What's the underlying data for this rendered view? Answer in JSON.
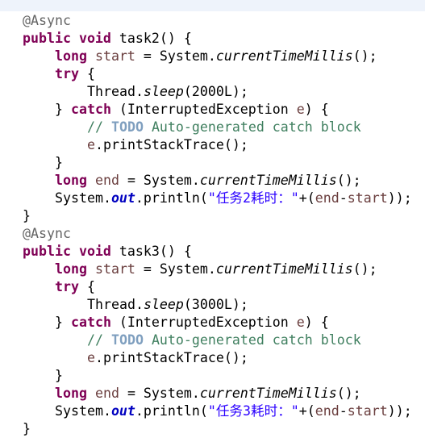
{
  "editor": {
    "lines": [
      {
        "indent": 1,
        "tokens": [
          {
            "t": "@Async",
            "k": "ann"
          }
        ]
      },
      {
        "indent": 1,
        "tokens": [
          {
            "t": "public",
            "k": "kw"
          },
          {
            "t": " "
          },
          {
            "t": "void",
            "k": "kw"
          },
          {
            "t": " task2() {"
          }
        ]
      },
      {
        "indent": 2,
        "tokens": [
          {
            "t": "long",
            "k": "kw"
          },
          {
            "t": " "
          },
          {
            "t": "start",
            "k": "var"
          },
          {
            "t": " = System."
          },
          {
            "t": "currentTimeMillis",
            "k": "ital"
          },
          {
            "t": "();"
          }
        ]
      },
      {
        "indent": 2,
        "tokens": [
          {
            "t": "try",
            "k": "kw"
          },
          {
            "t": " {"
          }
        ]
      },
      {
        "indent": 3,
        "tokens": [
          {
            "t": "Thread."
          },
          {
            "t": "sleep",
            "k": "ital"
          },
          {
            "t": "(2000L);"
          }
        ]
      },
      {
        "indent": 2,
        "tokens": [
          {
            "t": "} "
          },
          {
            "t": "catch",
            "k": "kw"
          },
          {
            "t": " (InterruptedException "
          },
          {
            "t": "e",
            "k": "var"
          },
          {
            "t": ") {"
          }
        ]
      },
      {
        "indent": 3,
        "tokens": [
          {
            "t": "// ",
            "k": "cmt"
          },
          {
            "t": "TODO",
            "k": "todo"
          },
          {
            "t": " Auto-generated catch block",
            "k": "cmt"
          }
        ]
      },
      {
        "indent": 3,
        "tokens": [
          {
            "t": "e",
            "k": "var"
          },
          {
            "t": ".printStackTrace();"
          }
        ]
      },
      {
        "indent": 2,
        "tokens": [
          {
            "t": "}"
          }
        ]
      },
      {
        "indent": 2,
        "tokens": [
          {
            "t": "long",
            "k": "kw"
          },
          {
            "t": " "
          },
          {
            "t": "end",
            "k": "var"
          },
          {
            "t": " = System."
          },
          {
            "t": "currentTimeMillis",
            "k": "ital"
          },
          {
            "t": "();"
          }
        ]
      },
      {
        "indent": 2,
        "tokens": [
          {
            "t": "System."
          },
          {
            "t": "out",
            "k": "field"
          },
          {
            "t": ".println("
          },
          {
            "t": "\"任务2耗时：\"",
            "k": "str"
          },
          {
            "t": "+("
          },
          {
            "t": "end",
            "k": "var"
          },
          {
            "t": "-"
          },
          {
            "t": "start",
            "k": "var"
          },
          {
            "t": "));"
          }
        ]
      },
      {
        "indent": 1,
        "tokens": [
          {
            "t": "}"
          }
        ]
      },
      {
        "indent": 1,
        "tokens": [
          {
            "t": "@Async",
            "k": "ann"
          }
        ]
      },
      {
        "indent": 1,
        "tokens": [
          {
            "t": "public",
            "k": "kw"
          },
          {
            "t": " "
          },
          {
            "t": "void",
            "k": "kw"
          },
          {
            "t": " task3() {"
          }
        ]
      },
      {
        "indent": 2,
        "tokens": [
          {
            "t": "long",
            "k": "kw"
          },
          {
            "t": " "
          },
          {
            "t": "start",
            "k": "var"
          },
          {
            "t": " = System."
          },
          {
            "t": "currentTimeMillis",
            "k": "ital"
          },
          {
            "t": "();"
          }
        ]
      },
      {
        "indent": 2,
        "tokens": [
          {
            "t": "try",
            "k": "kw"
          },
          {
            "t": " {"
          }
        ]
      },
      {
        "indent": 3,
        "tokens": [
          {
            "t": "Thread."
          },
          {
            "t": "sleep",
            "k": "ital"
          },
          {
            "t": "(3000L);"
          }
        ]
      },
      {
        "indent": 2,
        "tokens": [
          {
            "t": "} "
          },
          {
            "t": "catch",
            "k": "kw"
          },
          {
            "t": " (InterruptedException "
          },
          {
            "t": "e",
            "k": "var"
          },
          {
            "t": ") {"
          }
        ]
      },
      {
        "indent": 3,
        "tokens": [
          {
            "t": "// ",
            "k": "cmt"
          },
          {
            "t": "TODO",
            "k": "todo"
          },
          {
            "t": " Auto-generated catch block",
            "k": "cmt"
          }
        ]
      },
      {
        "indent": 3,
        "tokens": [
          {
            "t": "e",
            "k": "var"
          },
          {
            "t": ".printStackTrace();"
          }
        ]
      },
      {
        "indent": 2,
        "tokens": [
          {
            "t": "}"
          }
        ]
      },
      {
        "indent": 2,
        "tokens": [
          {
            "t": "long",
            "k": "kw"
          },
          {
            "t": " "
          },
          {
            "t": "end",
            "k": "var"
          },
          {
            "t": " = System."
          },
          {
            "t": "currentTimeMillis",
            "k": "ital"
          },
          {
            "t": "();"
          }
        ]
      },
      {
        "indent": 2,
        "tokens": [
          {
            "t": "System."
          },
          {
            "t": "out",
            "k": "field"
          },
          {
            "t": ".println("
          },
          {
            "t": "\"任务3耗时：\"",
            "k": "str"
          },
          {
            "t": "+("
          },
          {
            "t": "end",
            "k": "var"
          },
          {
            "t": "-"
          },
          {
            "t": "start",
            "k": "var"
          },
          {
            "t": "));"
          }
        ]
      },
      {
        "indent": 1,
        "tokens": [
          {
            "t": "}"
          }
        ]
      }
    ]
  },
  "colors": {
    "keyword": "#7f0055",
    "annotation": "#646464",
    "local_variable": "#6a3e3e",
    "static_field": "#0000c0",
    "string": "#2a00ff",
    "comment": "#3f7f5f",
    "todo_tag": "#7f9fbf",
    "background": "#ffffff"
  }
}
